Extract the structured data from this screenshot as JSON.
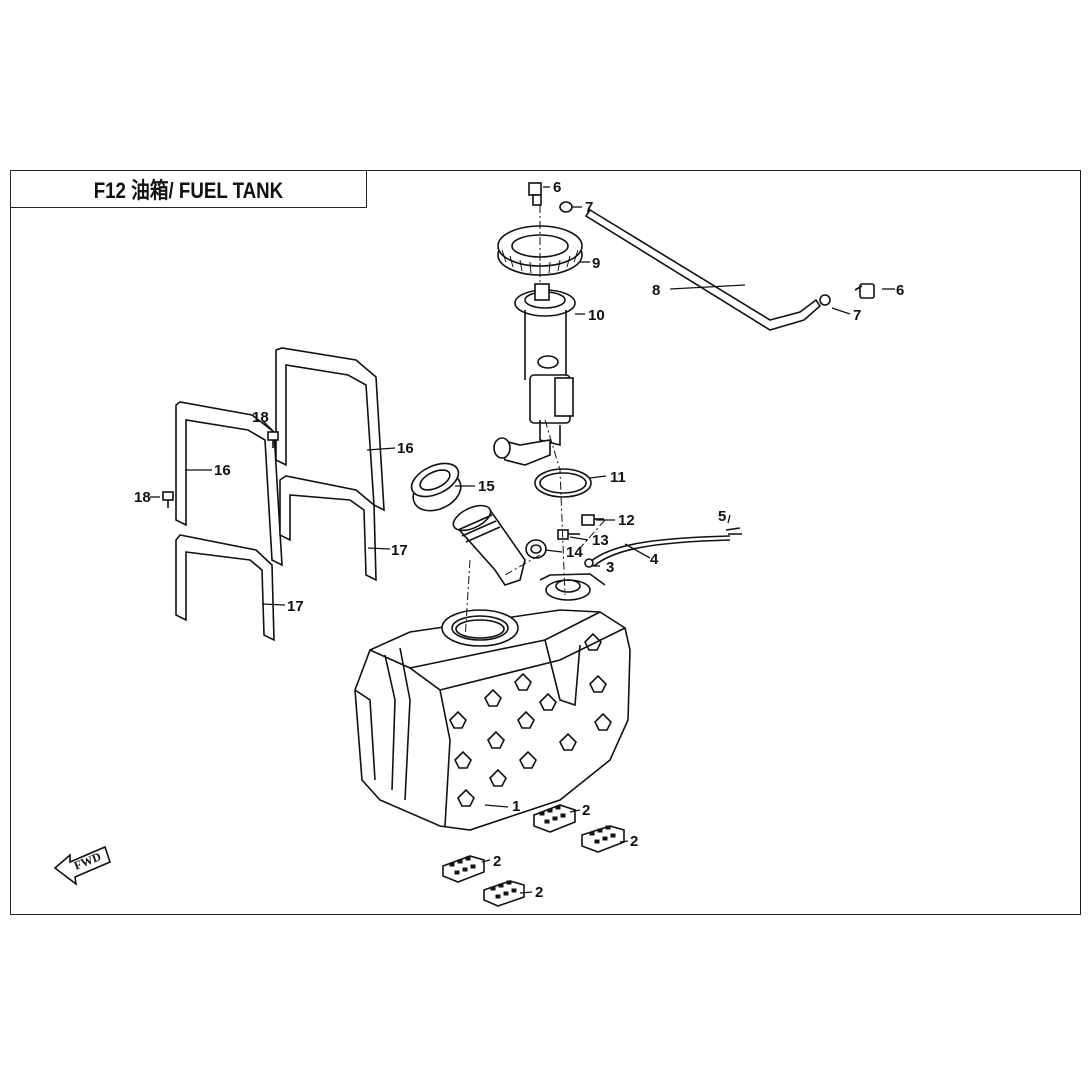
{
  "title": "F12 油箱/ FUEL TANK",
  "forward_marker": "FWD",
  "callouts": [
    {
      "id": "c1",
      "label": "1"
    },
    {
      "id": "c2a",
      "label": "2"
    },
    {
      "id": "c2b",
      "label": "2"
    },
    {
      "id": "c2c",
      "label": "2"
    },
    {
      "id": "c2d",
      "label": "2"
    },
    {
      "id": "c3",
      "label": "3"
    },
    {
      "id": "c4",
      "label": "4"
    },
    {
      "id": "c5",
      "label": "5"
    },
    {
      "id": "c6a",
      "label": "6"
    },
    {
      "id": "c6b",
      "label": "6"
    },
    {
      "id": "c7a",
      "label": "7"
    },
    {
      "id": "c7b",
      "label": "7"
    },
    {
      "id": "c8",
      "label": "8"
    },
    {
      "id": "c9",
      "label": "9"
    },
    {
      "id": "c10",
      "label": "10"
    },
    {
      "id": "c11",
      "label": "11"
    },
    {
      "id": "c12",
      "label": "12"
    },
    {
      "id": "c13",
      "label": "13"
    },
    {
      "id": "c14",
      "label": "14"
    },
    {
      "id": "c15",
      "label": "15"
    },
    {
      "id": "c16a",
      "label": "16"
    },
    {
      "id": "c16b",
      "label": "16"
    },
    {
      "id": "c17a",
      "label": "17"
    },
    {
      "id": "c17b",
      "label": "17"
    },
    {
      "id": "c18a",
      "label": "18"
    },
    {
      "id": "c18b",
      "label": "18"
    }
  ]
}
